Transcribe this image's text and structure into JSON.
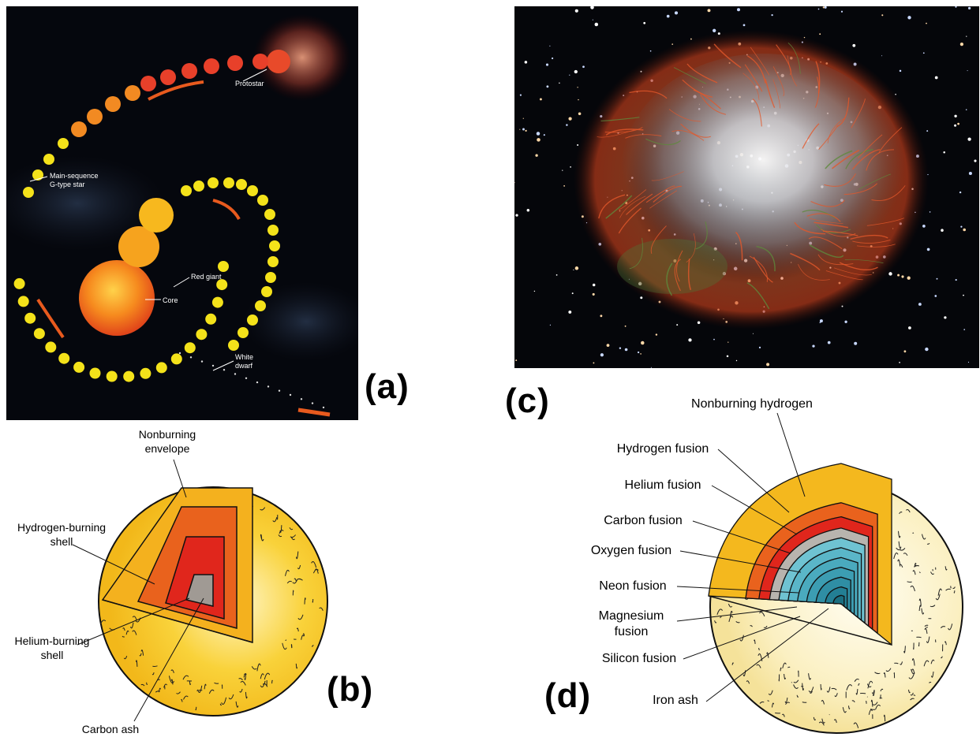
{
  "panel_letters": {
    "a": "(a)",
    "b": "(b)",
    "c": "(c)",
    "d": "(d)"
  },
  "panel_a": {
    "protostar": "Protostar",
    "main_sequence_1": "Main-sequence",
    "main_sequence_2": "G-type star",
    "red_giant": "Red giant",
    "core": "Core",
    "white_dwarf_1": "White",
    "white_dwarf_2": "dwarf"
  },
  "panel_b": {
    "envelope_1": "Nonburning",
    "envelope_2": "envelope",
    "hydrogen_1": "Hydrogen-burning",
    "hydrogen_2": "shell",
    "helium_1": "Helium-burning",
    "helium_2": "shell",
    "carbon": "Carbon ash"
  },
  "panel_d": {
    "nonburning_hydrogen": "Nonburning hydrogen",
    "hydrogen_fusion": "Hydrogen fusion",
    "helium_fusion": "Helium fusion",
    "carbon_fusion": "Carbon fusion",
    "oxygen_fusion": "Oxygen fusion",
    "neon_fusion": "Neon fusion",
    "magnesium_1": "Magnesium",
    "magnesium_2": "fusion",
    "silicon_fusion": "Silicon fusion",
    "iron_ash": "Iron ash"
  },
  "colors": {
    "space": "#05070d",
    "star_yellow": "#f4e21a",
    "giant_orange": "#f4841c",
    "shell_red": "#d8281c",
    "envelope_yellow": "#f7c81e",
    "d_outer": "#fbf1c0",
    "d_core_blue": "#3aa7b8"
  }
}
